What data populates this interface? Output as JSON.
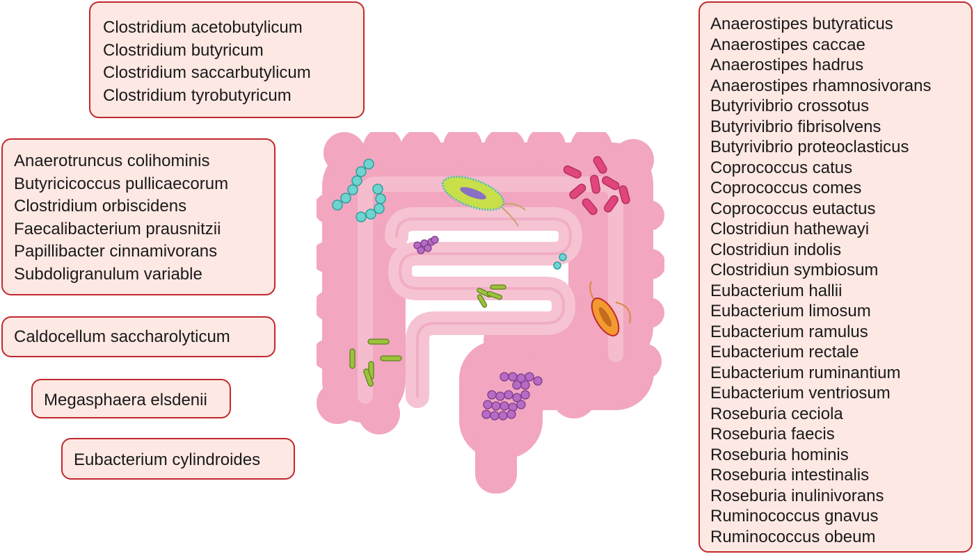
{
  "groups": {
    "clostridium": [
      "Clostridium acetobutylicum",
      "Clostridium butyricum",
      "Clostridium saccarbutylicum",
      "Clostridium tyrobutyricum"
    ],
    "group2": [
      "Anaerotruncus colihominis",
      "Butyricicoccus pullicaecorum",
      "Clostridium orbiscidens",
      "Faecalibacterium prausnitzii",
      "Papillibacter cinnamivorans",
      "Subdoligranulum variable"
    ],
    "caldocellum": [
      "Caldocellum saccharolyticum"
    ],
    "megasphaera": [
      "Megasphaera elsdenii"
    ],
    "eubacterium_cyl": [
      "Eubacterium cylindroides"
    ],
    "right": [
      "Anaerostipes butyraticus",
      "Anaerostipes caccae",
      "Anaerostipes hadrus",
      "Anaerostipes rhamnosivorans",
      "Butyrivibrio crossotus",
      "Butyrivibrio fibrisolvens",
      "Butyrivibrio proteoclasticus",
      "Coprococcus catus",
      "Coprococcus comes",
      "Coprococcus eutactus",
      "Clostridiun hathewayi",
      "Clostridiun indolis",
      "Clostridiun symbiosum",
      "Eubacterium hallii",
      "Eubacterium limosum",
      "Eubacterium ramulus",
      "Eubacterium rectale",
      "Eubacterium ruminantium",
      "Eubacterium ventriosum",
      "Roseburia ceciola",
      "Roseburia faecis",
      "Roseburia hominis",
      "Roseburia intestinalis",
      "Roseburia inulinivorans",
      "Ruminococcus gnavus",
      "Ruminococcus obeum"
    ]
  },
  "colors": {
    "box_fill": "#fde8e3",
    "box_border": "#c0282d",
    "colon": "#f2a6c0",
    "colon_highlight": "#f6c3d3",
    "teal_cocci": "#6fd3cf",
    "magenta_rods": "#e0457d",
    "purple_cocci": "#b76bc4",
    "green_rods": "#9cc23c"
  }
}
